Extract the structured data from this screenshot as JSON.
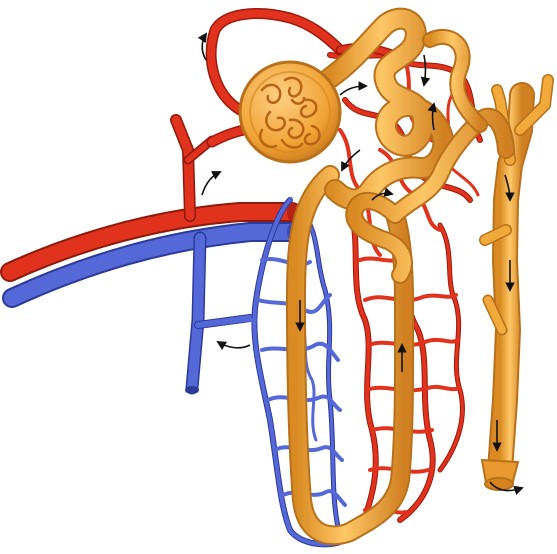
{
  "diagram": {
    "subject": "nephron-with-blood-supply",
    "colors": {
      "artery": "#e0321c",
      "artery_dark": "#9e1a0c",
      "vein": "#5468d8",
      "vein_dark": "#2c3a9a",
      "tubule": "#f0a93a",
      "tubule_dark": "#b8701a",
      "tubule_light": "#ffd58a",
      "capsule": "#f2a63a",
      "arrow": "#111111"
    },
    "structures": [
      "afferent-arteriole",
      "efferent-arteriole",
      "glomerulus",
      "glomerular-capsule",
      "proximal-convoluted-tubule",
      "loop-of-henle",
      "distal-convoluted-tubule",
      "collecting-duct",
      "renal-artery-branch",
      "renal-vein-branch",
      "peritubular-capillaries",
      "vasa-recta"
    ],
    "flow_arrows": 14
  }
}
